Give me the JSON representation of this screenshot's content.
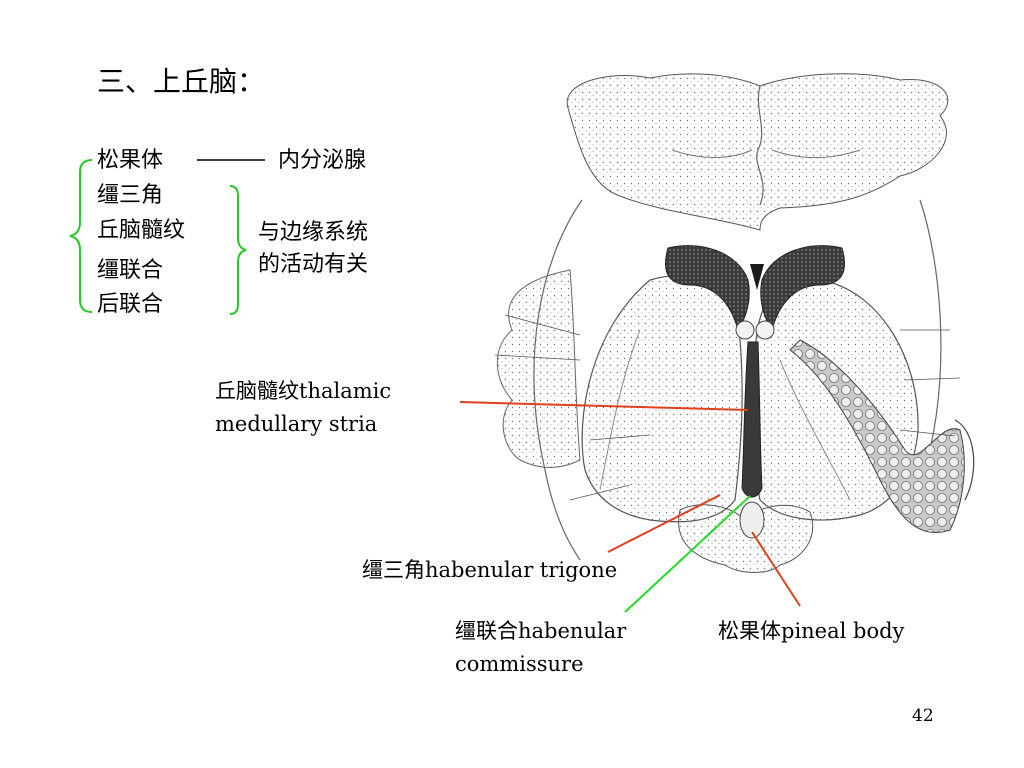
{
  "slide": {
    "title": "三、上丘脑：",
    "page_number": "42"
  },
  "list": {
    "items": [
      "松果体",
      "缰三角",
      "丘脑髓纹",
      "缰联合",
      "后联合"
    ],
    "pineal_function": "内分泌腺",
    "group_function": [
      "与边缘系统",
      "的活动有关"
    ]
  },
  "labels": {
    "stria_cn": "丘脑髓纹",
    "stria_en_1": "thalamic",
    "stria_en_2": "medullary stria",
    "trigone_cn": "缰三角",
    "trigone_en": "habenular trigone",
    "commissure_cn": "缰联合",
    "commissure_en_1": "habenular",
    "commissure_en_2": "commissure",
    "pineal_cn": "松果体",
    "pineal_en": "pineal body"
  },
  "colors": {
    "brace": "#22cc22",
    "leader_red": "#e0401e",
    "leader_green": "#22dd22"
  }
}
